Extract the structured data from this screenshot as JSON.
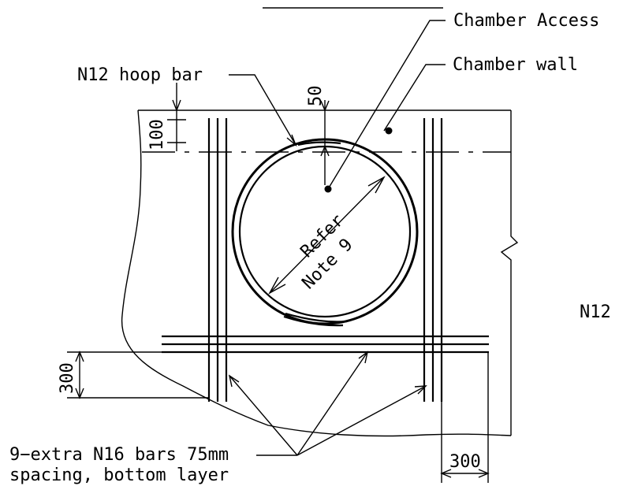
{
  "labels": {
    "chamber_access": "Chamber Access",
    "chamber_wall": "Chamber wall",
    "hoop_bar": "N12 hoop bar",
    "dim_50": "50",
    "dim_100": "100",
    "refer": "Refer",
    "note9": "Note 9",
    "n12_side": "N12",
    "dim_300_left": "300",
    "dim_300_bottom": "300",
    "extra_bars_line1": "9−extra N16 bars 75mm",
    "extra_bars_line2": "spacing, bottom layer"
  }
}
